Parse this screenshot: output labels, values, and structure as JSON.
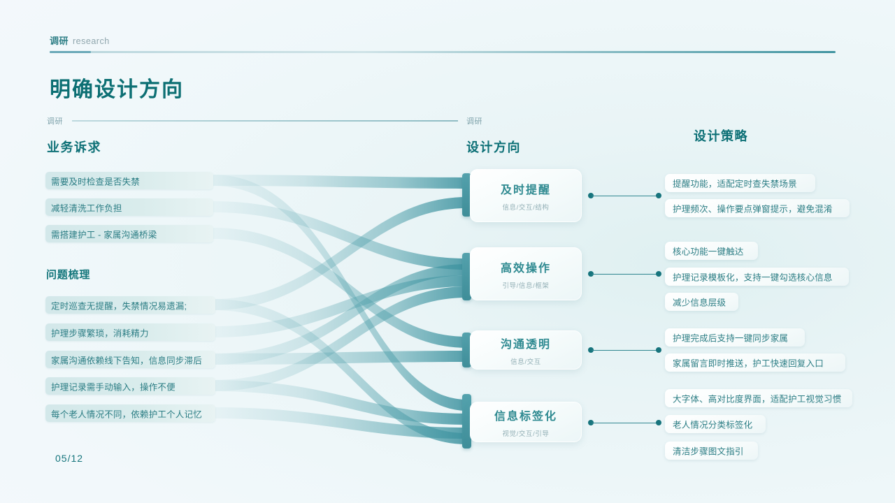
{
  "header": {
    "kicker_cn": "调研",
    "kicker_en": "research",
    "title": "明确设计方向"
  },
  "columns": {
    "left": {
      "mini": "调研",
      "title": "业务诉求"
    },
    "middle": {
      "mini": "调研",
      "title": "设计方向"
    },
    "right": {
      "title": "设计策略"
    }
  },
  "business_needs": [
    "需要及时检查是否失禁",
    "减轻清洗工作负担",
    "需搭建护工 - 家属沟通桥梁"
  ],
  "problems_heading": "问题梳理",
  "problems": [
    "定时巡查无提醒，失禁情况易遗漏;",
    "护理步骤繁琐，消耗精力",
    "家属沟通依赖线下告知，信息同步滞后",
    "护理记录需手动输入，操作不便",
    "每个老人情况不同，依赖护工个人记忆"
  ],
  "directions": [
    {
      "title": "及时提醒",
      "tags": "信息/交互/结构"
    },
    {
      "title": "高效操作",
      "tags": "引导/信息/框架"
    },
    {
      "title": "沟通透明",
      "tags": "信息/交互"
    },
    {
      "title": "信息标签化",
      "tags": "视觉/交互/引导"
    }
  ],
  "strategies": [
    {
      "group": "及时提醒",
      "items": [
        "提醒功能，适配定时查失禁场景",
        "护理频次、操作要点弹窗提示，避免混淆"
      ]
    },
    {
      "group": "高效操作",
      "items": [
        "核心功能一键触达",
        "护理记录模板化，支持一键勾选核心信息",
        "减少信息层级"
      ]
    },
    {
      "group": "沟通透明",
      "items": [
        "护理完成后支持一键同步家属",
        "家属留言即时推送，护工快速回复入口"
      ]
    },
    {
      "group": "信息标签化",
      "items": [
        "大字体、高对比度界面，适配护工视觉习惯",
        "老人情况分类标签化",
        "清洁步骤图文指引"
      ]
    }
  ],
  "page_number": "05/12",
  "colors": {
    "accent_dark": "#0c6f73",
    "accent": "#2f8a91",
    "ribbon": "#4f9faa",
    "pill_text": "#2b7d84",
    "muted": "#93b0b6"
  }
}
